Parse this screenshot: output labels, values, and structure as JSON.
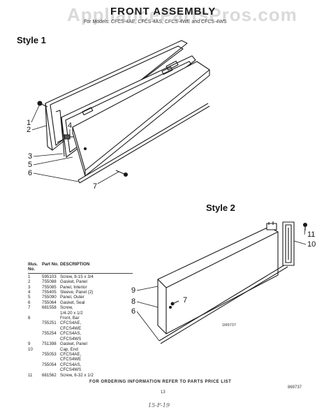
{
  "watermark": "AppliancePartsPros.com",
  "title": "FRONT ASSEMBLY",
  "models": "For Models: CFCS-4AE, CFCS-4AS, CFCS-4WE and CFCS-4WS",
  "styles": {
    "style1": "Style 1",
    "style2": "Style 2"
  },
  "callouts_style1": [
    "1",
    "2",
    "3",
    "4",
    "5",
    "6",
    "7"
  ],
  "callouts_style2": [
    "11",
    "10",
    "9",
    "8",
    "7",
    "6"
  ],
  "figure_ref": "1M9737",
  "parts_table": {
    "headers": {
      "illus": "Illus. No.",
      "part": "Part No.",
      "description": "DESCRIPTION"
    },
    "rows": [
      {
        "illus": "1",
        "part": "595103",
        "description": "Screw, 8-15 x 3/4"
      },
      {
        "illus": "2",
        "part": "755088",
        "description": "Gasket, Panel"
      },
      {
        "illus": "3",
        "part": "755085",
        "description": "Panel, Interior"
      },
      {
        "illus": "4",
        "part": "755405",
        "description": "Sleeve, Panel (2)"
      },
      {
        "illus": "5",
        "part": "755090",
        "description": "Panel, Outer"
      },
      {
        "illus": "6",
        "part": "755064",
        "description": "Gasket, Seal"
      },
      {
        "illus": "7",
        "part": "681558",
        "description": "Screw,"
      },
      {
        "illus": "",
        "part": "",
        "description": "1/4-20 x 1/2"
      },
      {
        "illus": "8",
        "part": "",
        "description": "Front, Bar"
      },
      {
        "illus": "",
        "part": "755251",
        "description": "CFCS4AE,"
      },
      {
        "illus": "",
        "part": "",
        "description": "CFCS4WE"
      },
      {
        "illus": "",
        "part": "755254",
        "description": "CFCS4AS,"
      },
      {
        "illus": "",
        "part": "",
        "description": "CFCS4WS"
      },
      {
        "illus": "9",
        "part": "751398",
        "description": "Gasket, Panel"
      },
      {
        "illus": "10",
        "part": "",
        "description": "Cap, End"
      },
      {
        "illus": "",
        "part": "755053",
        "description": "CFCS4AE,"
      },
      {
        "illus": "",
        "part": "",
        "description": "CFCS4WE"
      },
      {
        "illus": "",
        "part": "755054",
        "description": "CFCS4AS,"
      },
      {
        "illus": "",
        "part": "",
        "description": "CFCS4WS"
      },
      {
        "illus": "11",
        "part": "681562",
        "description": "Screw, 6-32 x 1/2"
      }
    ]
  },
  "ordering_note": "FOR ORDERING INFORMATION REFER TO PARTS PRICE LIST",
  "page_number": "13",
  "doc_ref": "869737",
  "handwritten": "15-F-19"
}
